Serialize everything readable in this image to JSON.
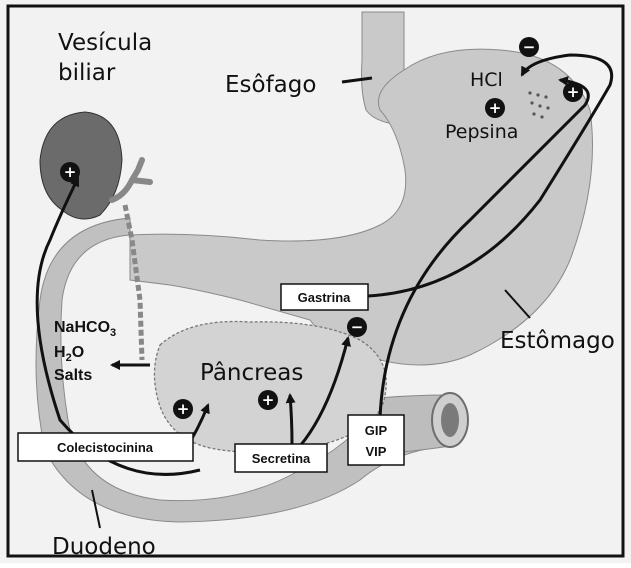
{
  "labels": {
    "gallbladder_line1": "Vesícula",
    "gallbladder_line2": "biliar",
    "esophagus": "Esôfago",
    "stomach": "Estômago",
    "pancreas": "Pâncreas",
    "duodenum": "Duodeno",
    "hcl": "HCl",
    "pepsin": "Pepsina"
  },
  "secretions": {
    "nahco3_base": "NaHCO",
    "nahco3_sub": "3",
    "h2o_h": "H",
    "h2o_sub": "2",
    "h2o_o": "O",
    "salts": "Salts"
  },
  "hormones": {
    "gastrin": "Gastrina",
    "cholecystokinin": "Colecistocinina",
    "secretin": "Secretina",
    "gip": "GIP",
    "vip": "VIP"
  },
  "signs": {
    "plus": "+",
    "minus": "−"
  },
  "colors": {
    "organ_fill": "#c9c9c9",
    "organ_dark": "#9a9a9a",
    "background": "#f2f2f2",
    "line": "#111111"
  }
}
